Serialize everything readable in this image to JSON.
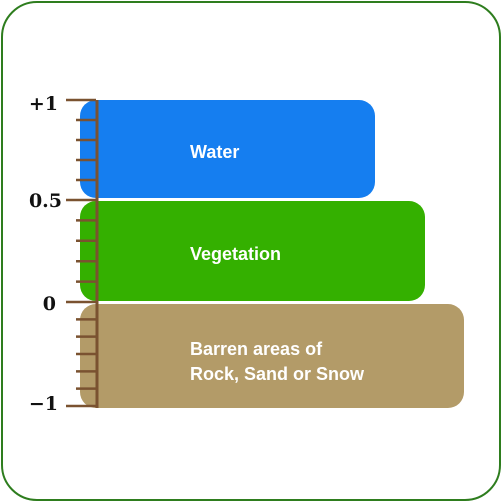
{
  "scale": {
    "labels": [
      {
        "value": 1,
        "text": "+1"
      },
      {
        "value": 0.5,
        "text": "0.5"
      },
      {
        "value": 0,
        "text": "0"
      },
      {
        "value": -1,
        "text": "−1"
      }
    ],
    "min": -1,
    "max": 1,
    "axis_color": "#7a5230"
  },
  "bands": [
    {
      "id": "water",
      "lines": [
        "Water"
      ],
      "range": [
        0.5,
        1
      ],
      "color": "#157ef0"
    },
    {
      "id": "vegetation",
      "lines": [
        "Vegetation"
      ],
      "range": [
        0,
        0.5
      ],
      "color": "#34b000"
    },
    {
      "id": "barren",
      "lines": [
        "Barren areas of",
        "Rock, Sand or Snow"
      ],
      "range": [
        -1,
        0
      ],
      "color": "#b39b68"
    }
  ],
  "frame_color": "#2e7d1e"
}
